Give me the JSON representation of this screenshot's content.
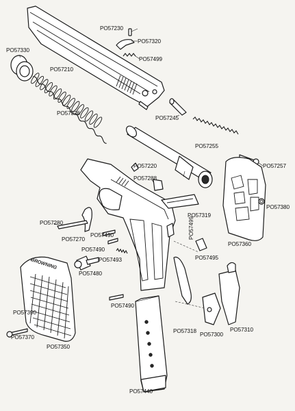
{
  "parts": {
    "p57230": "PO57230",
    "p57320": "PO57320",
    "p57499a": "PO57499",
    "p57330": "PO57330",
    "p57210": "PO57210",
    "p57326": "PO57326",
    "p57245": "PO57245",
    "p57255": "PO57255",
    "p57257": "PO57257",
    "p57220": "PO57220",
    "p57288": "PO57288",
    "p57380": "PO57380",
    "p57319": "PO57319",
    "p57280": "PO57280",
    "p57270": "PO57270",
    "p57499b": "PO57499",
    "p57360": "PO57360",
    "p57490a": "PO57490",
    "p57490b": "PO57490",
    "p57493": "PO57493",
    "p57495": "PO57495",
    "p57480": "PO57480",
    "p57490c": "PO57490",
    "p57390": "PO57390",
    "p57370": "PO57370",
    "p57318": "PO57318",
    "p57300": "PO57300",
    "p57310": "PO57310",
    "p57350": "PO57350",
    "p57440": "PO57440"
  },
  "engravings": {
    "grip_logo": "BROWNING"
  },
  "colors": {
    "paper": "#f5f4f0",
    "ink": "#1a1a1a"
  }
}
